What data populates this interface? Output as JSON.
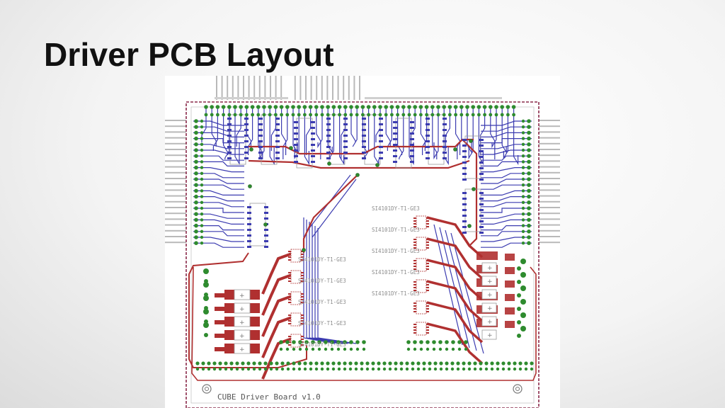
{
  "slide": {
    "title": "Driver PCB Layout"
  },
  "pcb": {
    "board_label": "CUBE Driver Board v1.0",
    "part_labels": [
      "SI4101DY-T1-GE3",
      "SI4101DY-T1-GE3",
      "SI4101DY-T1-GE3",
      "SI4101DY-T1-GE3",
      "SI4101DY-T1-GE3",
      "SI4101DY-T1-GE3",
      "SI4101DY-T1-GE3",
      "SI4101DY-T1-GE3",
      "SI4101DY-T1-GE3",
      "SI4101DY-T1-GE3"
    ],
    "colors": {
      "top_copper": "#b03030",
      "bottom_copper": "#3b3bb0",
      "pad": "#2e8b2e",
      "outline": "#8a2a4a",
      "silk": "#8c8c8c"
    }
  }
}
